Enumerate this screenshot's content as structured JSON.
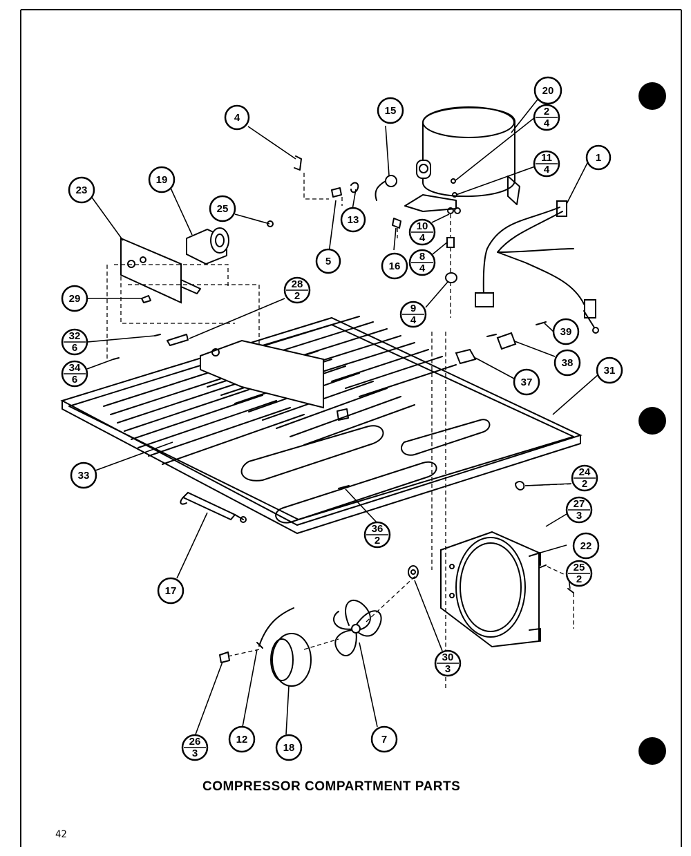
{
  "caption": "COMPRESSOR COMPARTMENT PARTS",
  "page_number": "42",
  "callouts": {
    "c1": {
      "top": "1",
      "bottom": ""
    },
    "c2": {
      "top": "2",
      "bottom": "4"
    },
    "c4": {
      "top": "4",
      "bottom": ""
    },
    "c5": {
      "top": "5",
      "bottom": ""
    },
    "c7": {
      "top": "7",
      "bottom": ""
    },
    "c8": {
      "top": "8",
      "bottom": "4"
    },
    "c9": {
      "top": "9",
      "bottom": "4"
    },
    "c10": {
      "top": "10",
      "bottom": "4"
    },
    "c11": {
      "top": "11",
      "bottom": "4"
    },
    "c12": {
      "top": "12",
      "bottom": ""
    },
    "c13": {
      "top": "13",
      "bottom": ""
    },
    "c15": {
      "top": "15",
      "bottom": ""
    },
    "c16": {
      "top": "16",
      "bottom": ""
    },
    "c17": {
      "top": "17",
      "bottom": ""
    },
    "c18": {
      "top": "18",
      "bottom": ""
    },
    "c19": {
      "top": "19",
      "bottom": ""
    },
    "c20": {
      "top": "20",
      "bottom": ""
    },
    "c22": {
      "top": "22",
      "bottom": ""
    },
    "c23": {
      "top": "23",
      "bottom": ""
    },
    "c24": {
      "top": "24",
      "bottom": "2"
    },
    "c25a": {
      "top": "25",
      "bottom": ""
    },
    "c25b": {
      "top": "25",
      "bottom": "2"
    },
    "c26": {
      "top": "26",
      "bottom": "3"
    },
    "c27": {
      "top": "27",
      "bottom": "3"
    },
    "c28": {
      "top": "28",
      "bottom": "2"
    },
    "c29": {
      "top": "29",
      "bottom": ""
    },
    "c30": {
      "top": "30",
      "bottom": "3"
    },
    "c31": {
      "top": "31",
      "bottom": ""
    },
    "c32": {
      "top": "32",
      "bottom": "6"
    },
    "c33": {
      "top": "33",
      "bottom": ""
    },
    "c34": {
      "top": "34",
      "bottom": "6"
    },
    "c36": {
      "top": "36",
      "bottom": "2"
    },
    "c37": {
      "top": "37",
      "bottom": ""
    },
    "c38": {
      "top": "38",
      "bottom": ""
    },
    "c39": {
      "top": "39",
      "bottom": ""
    }
  }
}
